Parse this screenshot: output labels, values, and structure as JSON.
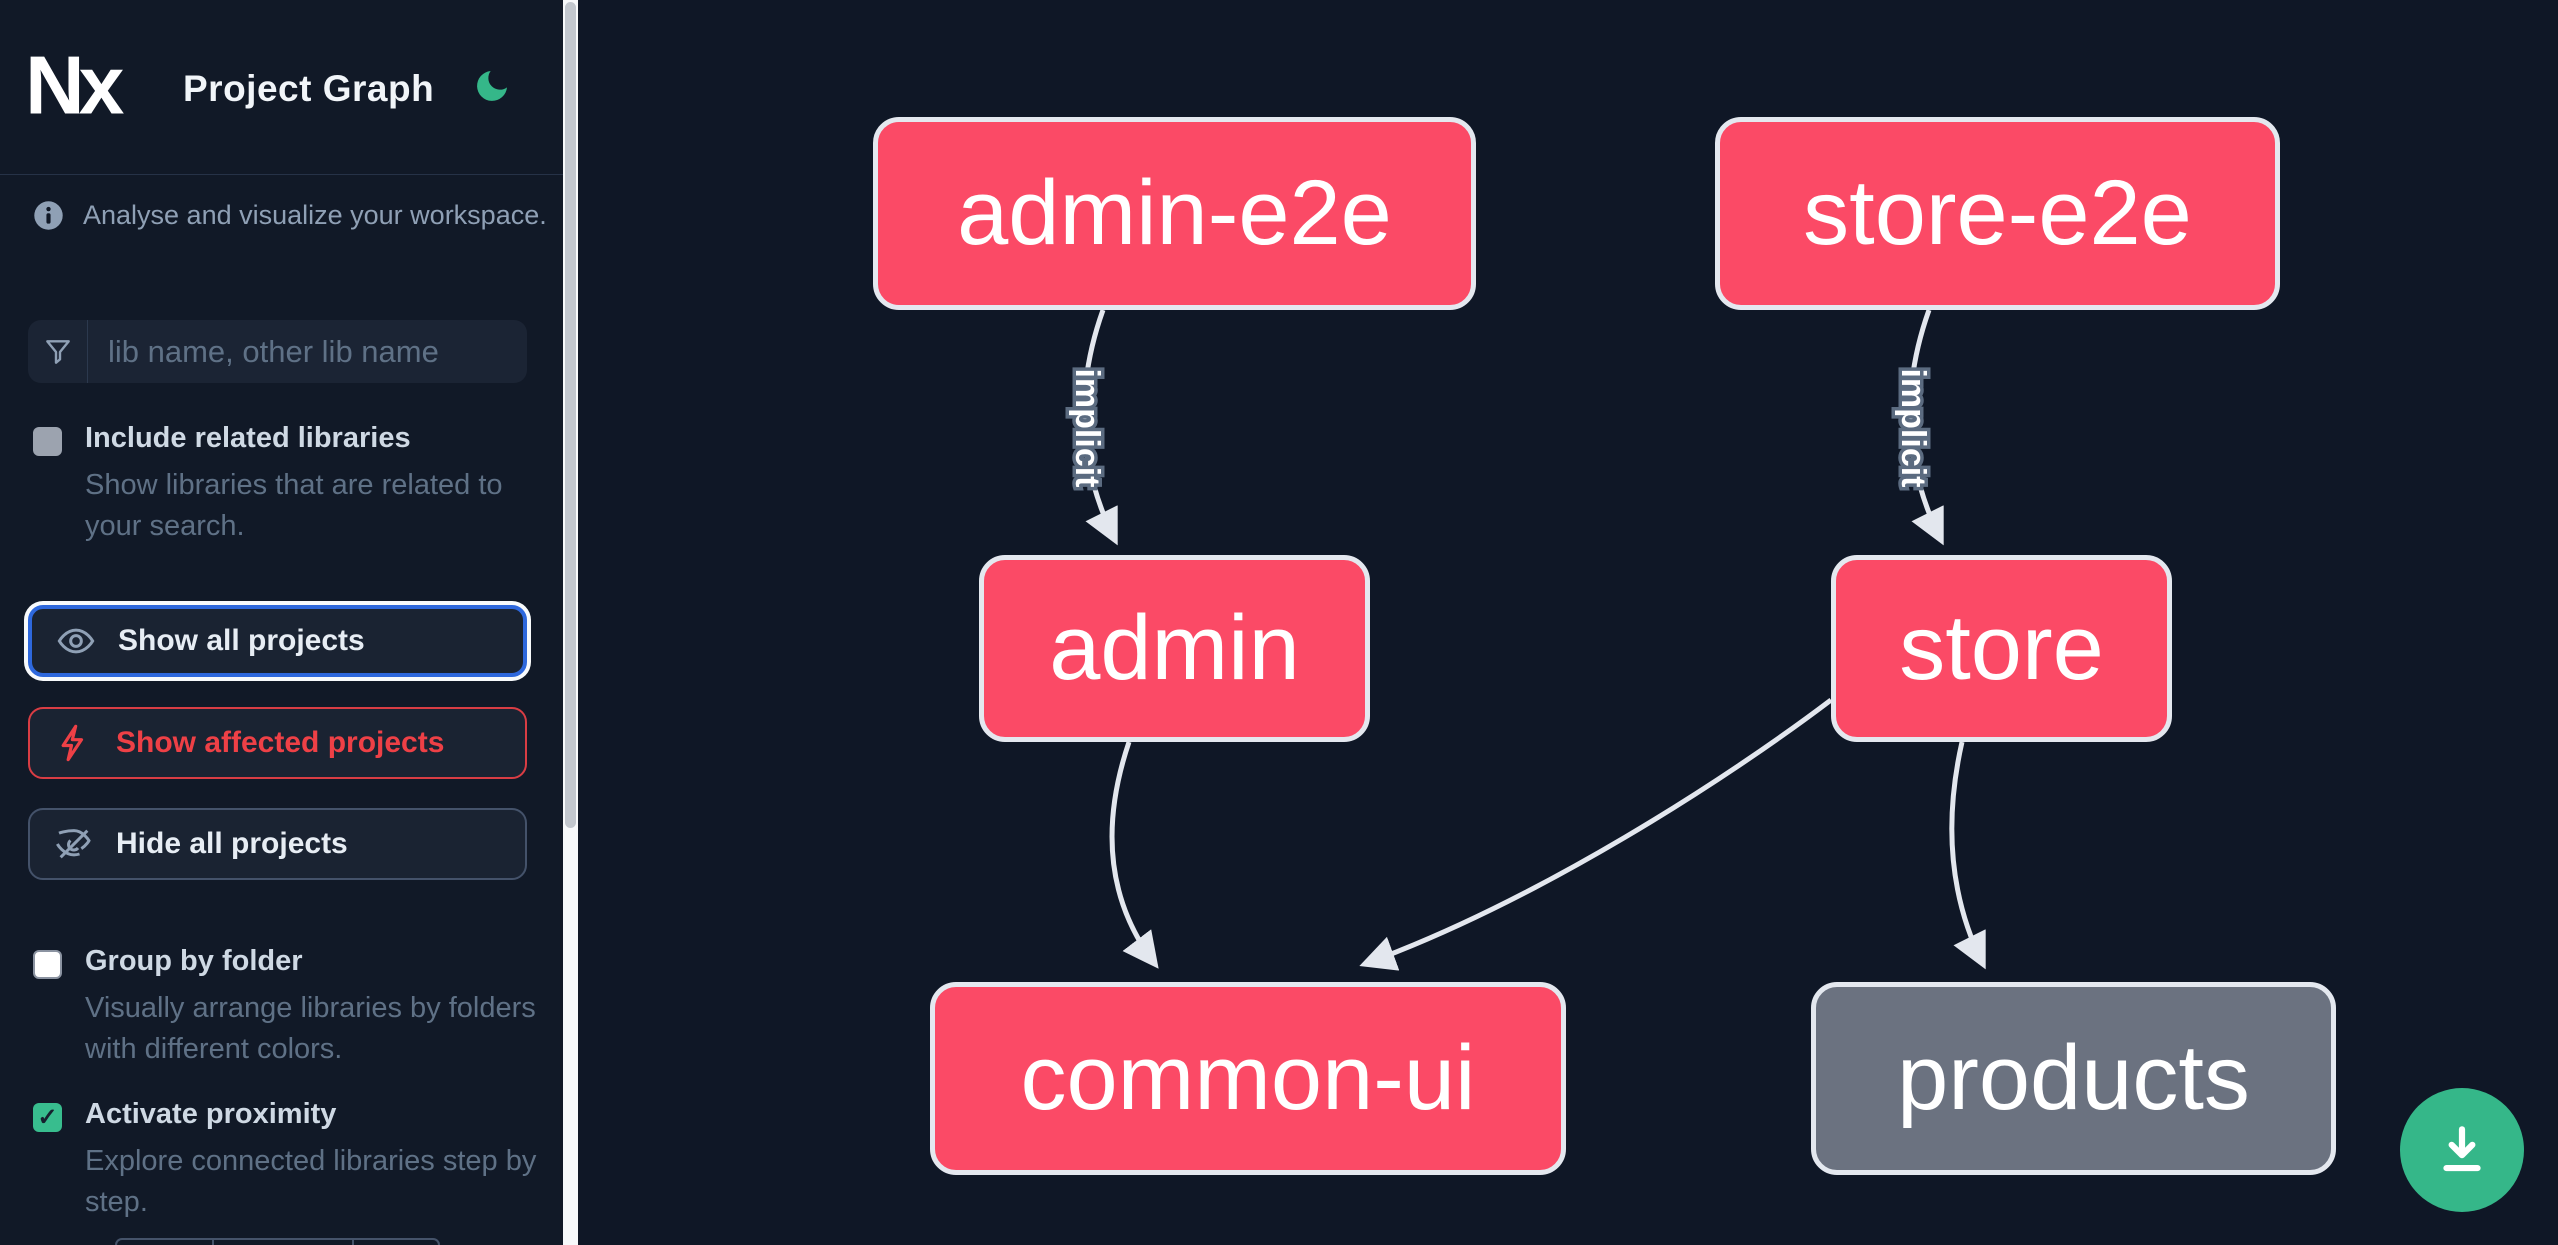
{
  "header": {
    "logo_text": "Nx",
    "title": "Project Graph"
  },
  "sidebar": {
    "tagline": "Analyse and visualize your workspace.",
    "filter_placeholder": "lib name, other lib name",
    "checkboxes": [
      {
        "label": "Include related libraries",
        "description": "Show libraries that are related to your search.",
        "checked": false,
        "style": "gray"
      },
      {
        "label": "Group by folder",
        "description": "Visually arrange libraries by folders with different colors.",
        "checked": false,
        "style": "white"
      },
      {
        "label": "Activate proximity",
        "description": "Explore connected libraries step by step.",
        "checked": true,
        "style": "green",
        "checkmark": "✓"
      }
    ],
    "actions": [
      {
        "label": "Show all projects",
        "state": "focused"
      },
      {
        "label": "Show affected projects",
        "state": "affected"
      },
      {
        "label": "Hide all projects",
        "state": "default"
      }
    ]
  },
  "graph": {
    "nodes": [
      {
        "id": "admin-e2e",
        "type": "affected"
      },
      {
        "id": "store-e2e",
        "type": "affected"
      },
      {
        "id": "admin",
        "type": "affected"
      },
      {
        "id": "store",
        "type": "affected"
      },
      {
        "id": "common-ui",
        "type": "affected"
      },
      {
        "id": "products",
        "type": "normal"
      }
    ],
    "edges": [
      {
        "source": "admin-e2e",
        "target": "admin",
        "label": "implicit"
      },
      {
        "source": "store-e2e",
        "target": "store",
        "label": "implicit"
      },
      {
        "source": "admin",
        "target": "common-ui",
        "label": ""
      },
      {
        "source": "store",
        "target": "common-ui",
        "label": ""
      },
      {
        "source": "store",
        "target": "products",
        "label": ""
      }
    ]
  },
  "colors": {
    "background": "#0f1726",
    "node_affected": "#fb4a66",
    "node_normal": "#6b7280",
    "node_border": "#e4e8ef",
    "edge": "#e3e7ee",
    "accent_green": "#35b789",
    "focus_blue": "#2e68dd",
    "affected_red": "#ee4046"
  }
}
